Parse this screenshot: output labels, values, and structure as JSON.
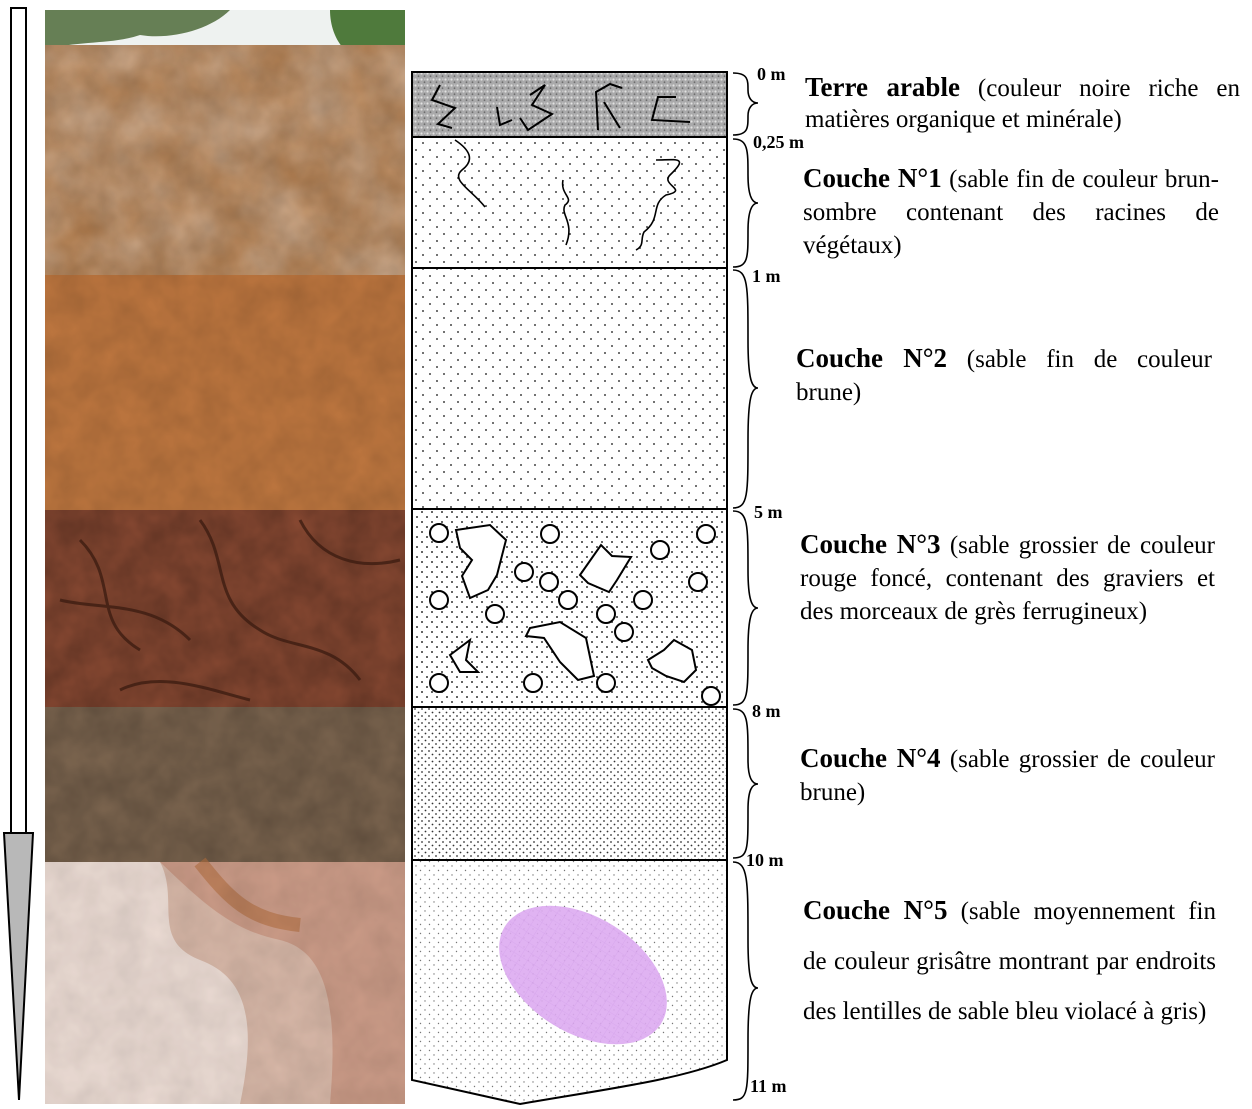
{
  "colors": {
    "soil_layer_photos": [
      "#b27a48",
      "#c07840",
      "#8a4a33",
      "#7d6650",
      "#d8b8a8"
    ],
    "arable_fill": "#a9a9aa",
    "lens_fill": "#dcaaf0",
    "arrow_fill": "#b8b8b8"
  },
  "depths": [
    {
      "label": "0 m"
    },
    {
      "label": "0,25 m"
    },
    {
      "label": "1 m"
    },
    {
      "label": "5 m"
    },
    {
      "label": "8 m"
    },
    {
      "label": "10 m"
    },
    {
      "label": "11 m"
    }
  ],
  "layers": [
    {
      "name": "Terre arable",
      "desc": " (couleur noire riche en matières organique et minérale)",
      "pattern": "arable"
    },
    {
      "name": "Couche N°1",
      "desc": " (sable fin de couleur brun-sombre contenant des racines de végétaux)",
      "pattern": "dots-sparse"
    },
    {
      "name": "Couche N°2",
      "desc": " (sable fin de couleur brune)",
      "pattern": "dots-sparse"
    },
    {
      "name": "Couche N°3",
      "desc": " (sable grossier de couleur rouge foncé, contenant des graviers et des morceaux de grès ferrugineux)",
      "pattern": "dots-gravel"
    },
    {
      "name": "Couche N°4",
      "desc": " (sable grossier de couleur brune)",
      "pattern": "dots-dense"
    },
    {
      "name": "Couche N°5",
      "desc": " (sable  moyennement fin de couleur grisâtre montrant par endroits des lentilles de sable bleu violacé à gris)",
      "pattern": "dots-fine"
    }
  ]
}
